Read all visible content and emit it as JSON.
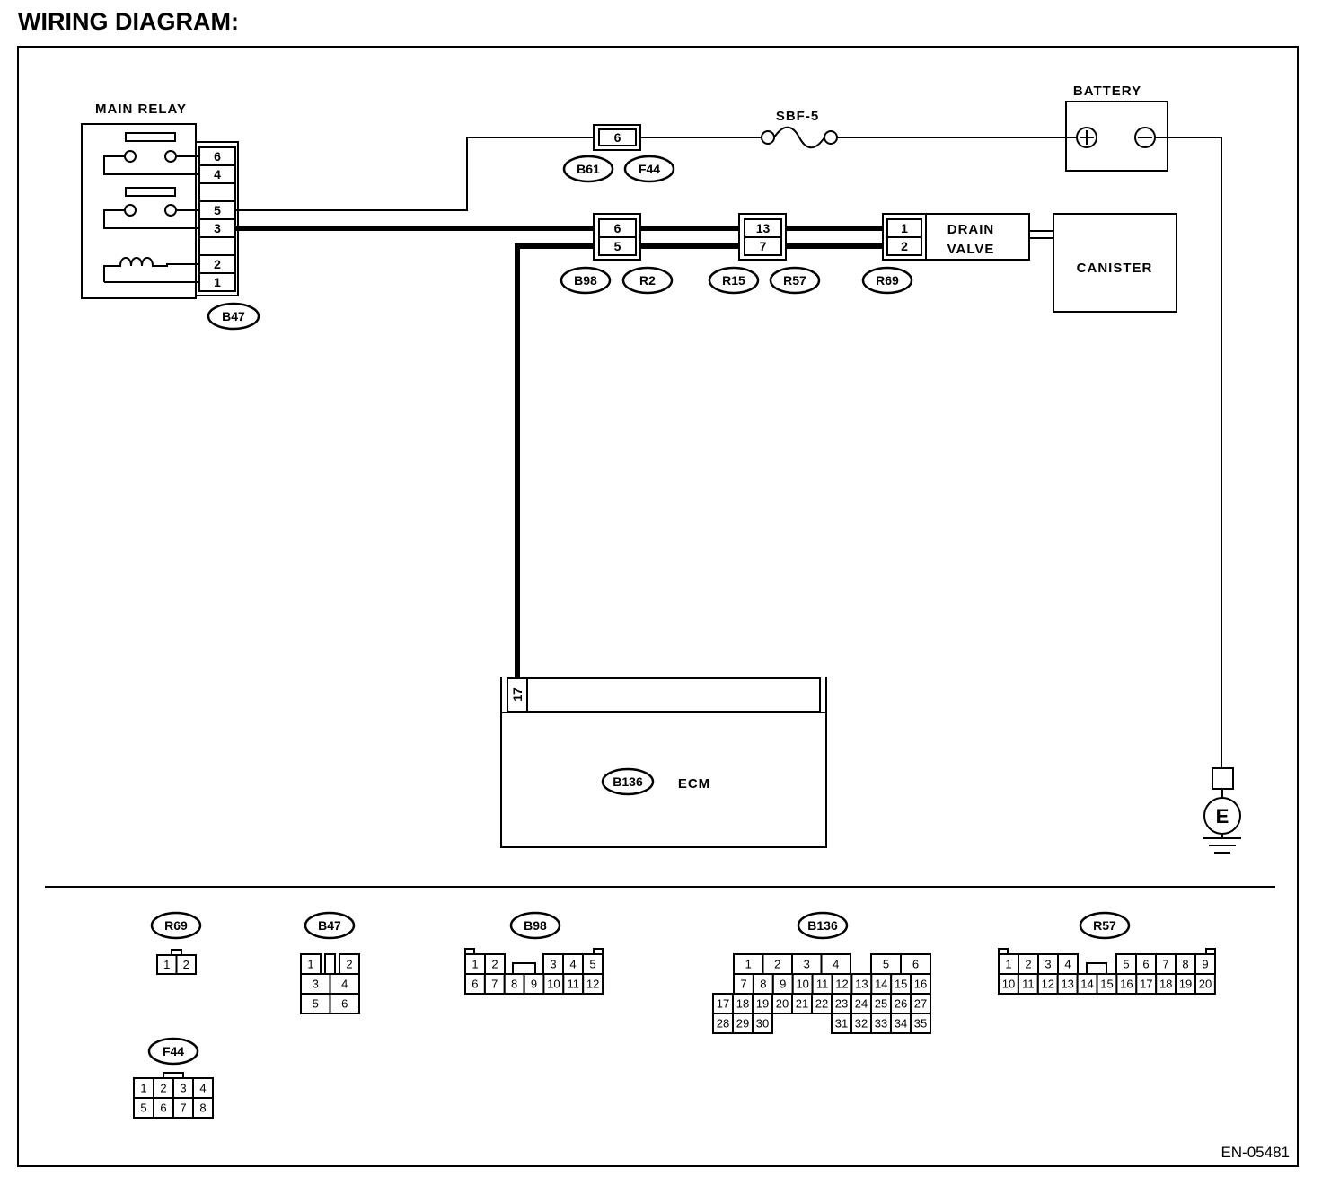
{
  "title": "WIRING DIAGRAM:",
  "colors": {
    "ink": "#000000",
    "paper": "#ffffff"
  },
  "main_relay": {
    "label": "MAIN RELAY",
    "connector": "B47",
    "pins": [
      "6",
      "4",
      "5",
      "3",
      "2",
      "1"
    ]
  },
  "fuse_connector": {
    "pin": "6",
    "labels": [
      "B61",
      "F44"
    ]
  },
  "fuse": {
    "label": "SBF-5"
  },
  "battery": {
    "label": "BATTERY"
  },
  "inline_connectors": [
    {
      "labels": [
        "B98",
        "R2"
      ],
      "pins": [
        "6",
        "5"
      ]
    },
    {
      "labels": [
        "R15",
        "R57"
      ],
      "pins": [
        "13",
        "7"
      ]
    },
    {
      "labels": [
        "R69"
      ],
      "pins": [
        "1",
        "2"
      ]
    }
  ],
  "drain_valve": {
    "label_line1": "DRAIN",
    "label_line2": "VALVE"
  },
  "canister": {
    "label": "CANISTER"
  },
  "ecm": {
    "label": "ECM",
    "connector": "B136",
    "pin": "17"
  },
  "ground": {
    "label": "E"
  },
  "connector_views": [
    {
      "label": "R69",
      "pins": [
        "1",
        "2"
      ]
    },
    {
      "label": "B47",
      "pins": [
        "1",
        "2",
        "3",
        "4",
        "5",
        "6"
      ]
    },
    {
      "label": "B98",
      "pins": [
        "1",
        "2",
        "3",
        "4",
        "5",
        "6",
        "7",
        "8",
        "9",
        "10",
        "11",
        "12"
      ]
    },
    {
      "label": "B136",
      "pins": [
        "1",
        "2",
        "3",
        "4",
        "5",
        "6",
        "7",
        "8",
        "9",
        "10",
        "11",
        "12",
        "13",
        "14",
        "15",
        "16",
        "17",
        "18",
        "19",
        "20",
        "21",
        "22",
        "23",
        "24",
        "25",
        "26",
        "27",
        "28",
        "29",
        "30",
        "31",
        "32",
        "33",
        "34",
        "35"
      ]
    },
    {
      "label": "R57",
      "pins": [
        "1",
        "2",
        "3",
        "4",
        "5",
        "6",
        "7",
        "8",
        "9",
        "10",
        "11",
        "12",
        "13",
        "14",
        "15",
        "16",
        "17",
        "18",
        "19",
        "20"
      ]
    },
    {
      "label": "F44",
      "pins": [
        "1",
        "2",
        "3",
        "4",
        "5",
        "6",
        "7",
        "8"
      ]
    }
  ],
  "figure_id": "EN-05481"
}
